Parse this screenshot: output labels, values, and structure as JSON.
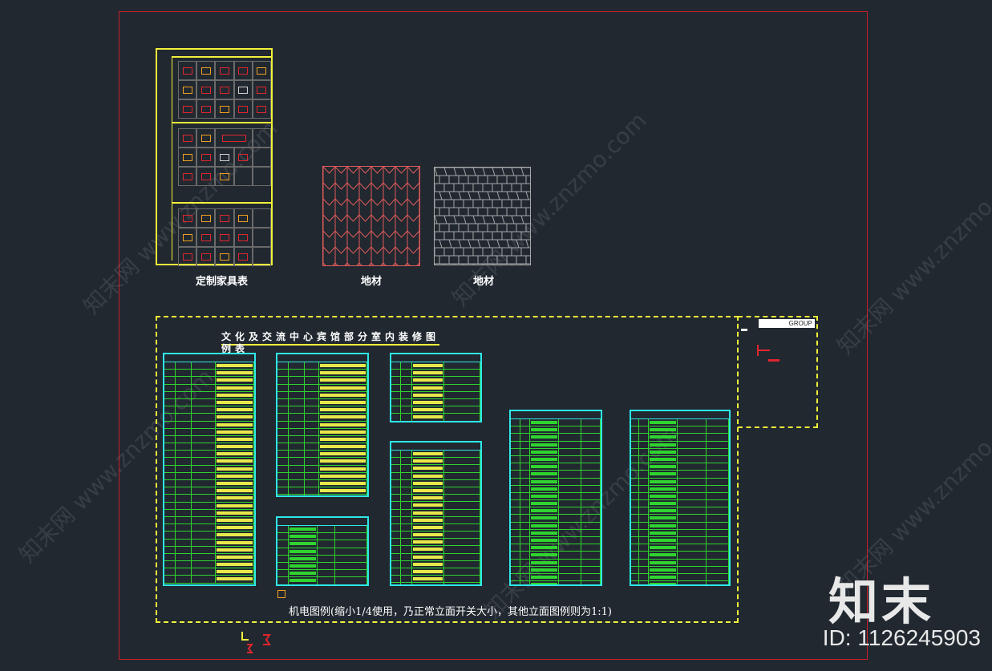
{
  "sheet": {
    "furniture_label": "定制家具表"
  },
  "materials": [
    {
      "label": "地材"
    },
    {
      "label": "地材"
    }
  ],
  "legend": {
    "title": "文化及交流中心宾馆部分室内装修图",
    "subtitle": "例表",
    "footnote": "机电图例(缩小1/4使用，乃正常立面开关大小，其他立面图例则为1:1)"
  },
  "titleblock": {
    "group_label": "GROUP"
  },
  "watermark": {
    "text": "知末网 www.znzmo.com"
  },
  "brand": {
    "name": "知末",
    "id": "ID: 1126245903"
  },
  "colors": {
    "background": "#212830",
    "frame": "#c8202a",
    "sheet": "#f2f23a",
    "table_border": "#2ee8e8",
    "table_lines": "#2fd42f"
  }
}
